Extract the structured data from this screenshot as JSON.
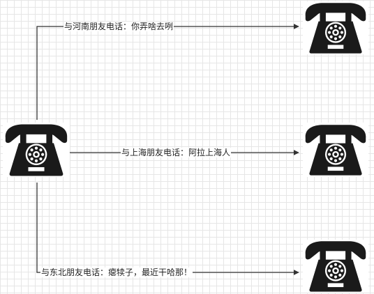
{
  "diagram": {
    "nodes": {
      "caller": {
        "icon": "telephone-icon"
      },
      "henan": {
        "icon": "telephone-icon"
      },
      "shanghai": {
        "icon": "telephone-icon"
      },
      "dongbei": {
        "icon": "telephone-icon"
      }
    },
    "edges": {
      "henan": {
        "label": "与河南朋友电话：你弄啥去咧"
      },
      "shanghai": {
        "label": "与上海朋友电话：阿拉上海人"
      },
      "dongbei": {
        "label": "与东北朋友电话：瘪犊子，最近干哈那！"
      }
    },
    "colors": {
      "line": "#333333",
      "phone": "#1a1a1a",
      "grid": "#e6e6e6"
    }
  }
}
